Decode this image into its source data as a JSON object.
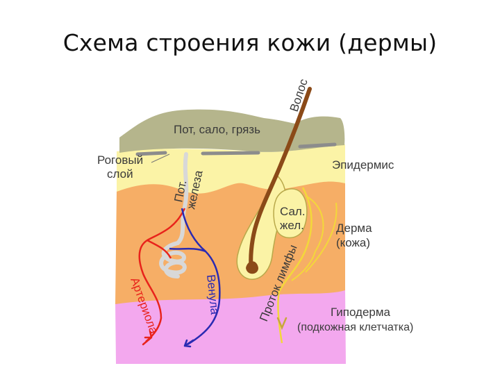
{
  "title": "Схема строения кожи (дермы)",
  "labels": {
    "hair": "Волос",
    "sweat_sebum_dirt": "Пот, сало, грязь",
    "horny_layer_1": "Роговый",
    "horny_layer_2": "слой",
    "sweat_gland_1": "Пот.",
    "sweat_gland_2": "железа",
    "sebaceous_gland_1": "Сал.",
    "sebaceous_gland_2": "жел.",
    "epidermis": "Эпидермис",
    "dermis_1": "Дерма",
    "dermis_2": "(кожа)",
    "arteriole": "Артериола",
    "venule": "Венула",
    "lymph_duct": "Проток лимфы",
    "hypodermis_1": "Гиподерма",
    "hypodermis_2": "(подкожная клетчатка)"
  },
  "colors": {
    "surface_layer": "#b5b58c",
    "epidermis": "#fbf3a6",
    "dermis": "#f6ae66",
    "hypodermis": "#f3a8ee",
    "hair": "#8b4a18",
    "artery": "#e8231b",
    "vein": "#2a2ab2",
    "lymph": "#f3d83a",
    "sweat_gland": "#d8d8d8",
    "horny_layer": "#8c8c8c"
  }
}
